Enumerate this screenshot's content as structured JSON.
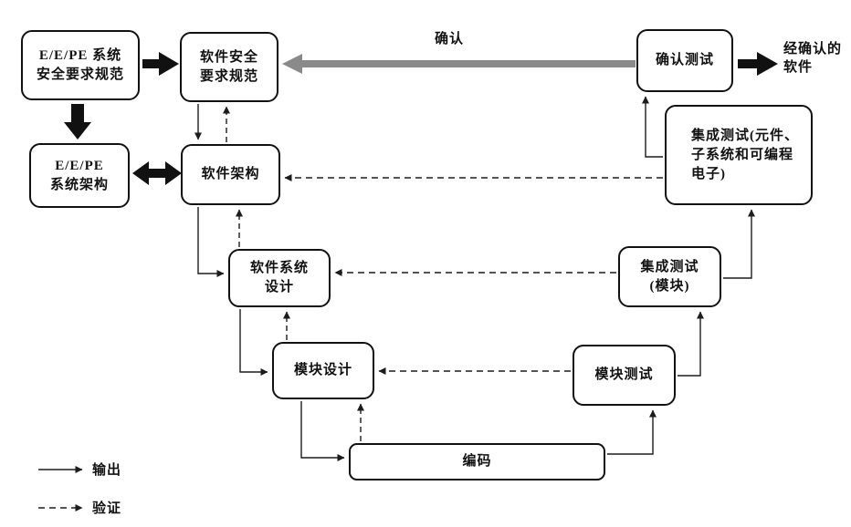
{
  "colors": {
    "box_border": "#111111",
    "line": "#1c1c1c",
    "validation_arrow_gray": "#8a8a8a",
    "background": "#ffffff"
  },
  "boxes": {
    "eepe_system_safety_req": {
      "l1": "E/E/PE 系统",
      "l2": "安全要求规范"
    },
    "software_safety_req": {
      "l1": "软件安全",
      "l2": "要求规范"
    },
    "eepe_system_arch": {
      "l1": "E/E/PE",
      "l2": "系统架构"
    },
    "software_arch": {
      "l1": "软件架构"
    },
    "integration_test_pe": {
      "l1": "集成测试(元件、",
      "l2": "子系统和可编程",
      "l3": "电子)"
    },
    "software_system_design": {
      "l1": "软件系统",
      "l2": "设计"
    },
    "integration_test_module": {
      "l1": "集成测试",
      "l2": "(模块)"
    },
    "module_design": {
      "l1": "模块设计"
    },
    "module_test": {
      "l1": "模块测试"
    },
    "coding": {
      "l1": "编码"
    },
    "validation_test": {
      "l1": "确认测试"
    }
  },
  "annotations": {
    "validation_label": "确认",
    "validated_software": [
      "经确认的",
      "软件"
    ]
  },
  "legend": {
    "output": "输出",
    "verification": "验证"
  }
}
